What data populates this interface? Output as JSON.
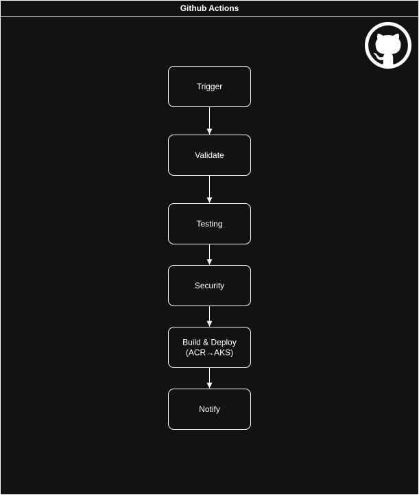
{
  "diagram": {
    "title": "Github Actions",
    "logo_icon": "github-icon",
    "colors": {
      "background": "#121212",
      "stroke": "#ffffff",
      "text": "#ffffff"
    },
    "nodes": [
      {
        "id": "trigger",
        "lines": [
          "Trigger"
        ]
      },
      {
        "id": "validate",
        "lines": [
          "Validate"
        ]
      },
      {
        "id": "testing",
        "lines": [
          "Testing"
        ]
      },
      {
        "id": "security",
        "lines": [
          "Security"
        ]
      },
      {
        "id": "build-deploy",
        "lines": [
          "Build & Deploy",
          "(ACR→AKS)"
        ]
      },
      {
        "id": "notify",
        "lines": [
          "Notify"
        ]
      }
    ],
    "edges": [
      {
        "from": "trigger",
        "to": "validate"
      },
      {
        "from": "validate",
        "to": "testing"
      },
      {
        "from": "testing",
        "to": "security"
      },
      {
        "from": "security",
        "to": "build-deploy"
      },
      {
        "from": "build-deploy",
        "to": "notify"
      }
    ]
  }
}
